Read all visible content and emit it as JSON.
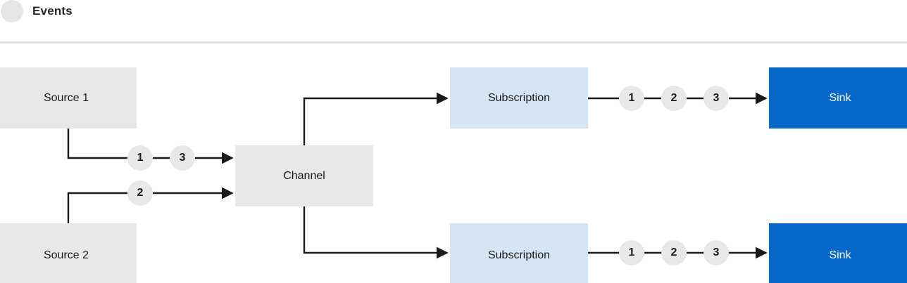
{
  "legend": {
    "dot_icon": "event-dot-icon",
    "label": "Events",
    "dot_color": "#e6e6e6"
  },
  "colors": {
    "source_fill": "#e8e8e8",
    "channel_fill": "#e8e8e8",
    "subscription_fill": "#d6e5f5",
    "sink_fill": "#0668c8",
    "sink_text": "#ffffff",
    "token_fill": "#e8e8e8",
    "wire": "#1a1a1a",
    "divider": "#e3e3e3",
    "background": "#ffffff"
  },
  "diagram": {
    "type": "flow-diagram",
    "nodes": [
      {
        "id": "source-1",
        "label": "Source 1",
        "kind": "source"
      },
      {
        "id": "source-2",
        "label": "Source 2",
        "kind": "source"
      },
      {
        "id": "channel",
        "label": "Channel",
        "kind": "channel"
      },
      {
        "id": "subscription-1",
        "label": "Subscription",
        "kind": "subscription"
      },
      {
        "id": "subscription-2",
        "label": "Subscription",
        "kind": "subscription"
      },
      {
        "id": "sink-1",
        "label": "Sink",
        "kind": "sink"
      },
      {
        "id": "sink-2",
        "label": "Sink",
        "kind": "sink"
      }
    ],
    "edges": [
      {
        "from": "source-1",
        "to": "channel",
        "tokens": [
          "1",
          "3"
        ]
      },
      {
        "from": "source-2",
        "to": "channel",
        "tokens": [
          "2"
        ]
      },
      {
        "from": "channel",
        "to": "subscription-1",
        "tokens": []
      },
      {
        "from": "channel",
        "to": "subscription-2",
        "tokens": []
      },
      {
        "from": "subscription-1",
        "to": "sink-1",
        "tokens": [
          "1",
          "2",
          "3"
        ]
      },
      {
        "from": "subscription-2",
        "to": "sink-2",
        "tokens": [
          "1",
          "2",
          "3"
        ]
      }
    ],
    "tokens": {
      "source1_to_channel": [
        "1",
        "3"
      ],
      "source2_to_channel": [
        "2"
      ],
      "subscription1_to_sink1": [
        "1",
        "2",
        "3"
      ],
      "subscription2_to_sink2": [
        "1",
        "2",
        "3"
      ]
    }
  }
}
